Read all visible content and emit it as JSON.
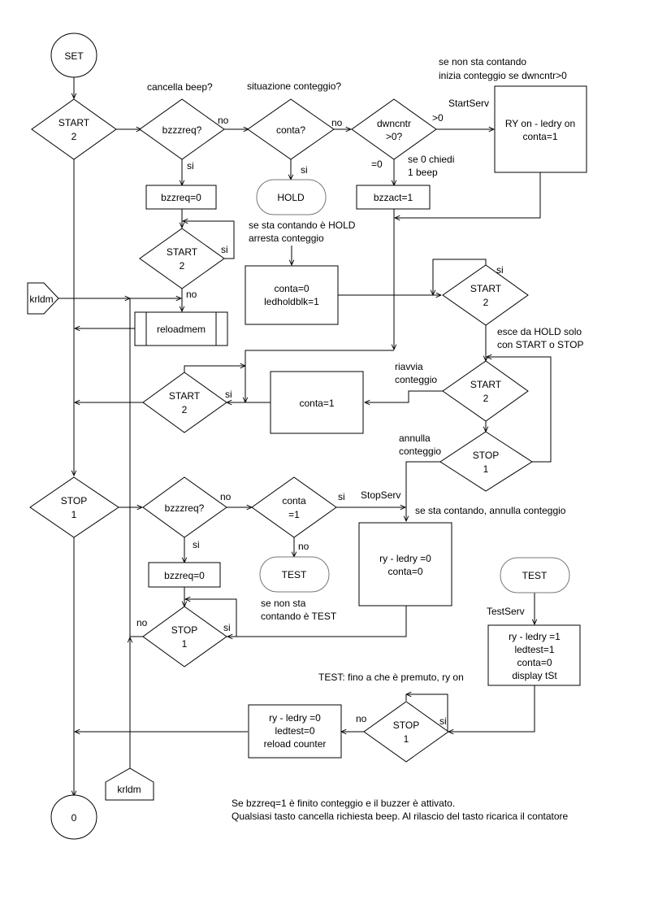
{
  "diagram": {
    "type": "flowchart",
    "nodes": {
      "set": "SET",
      "end": "0",
      "start2_main_l1": "START",
      "start2_main_l2": "2",
      "bzzzreq_top": "bzzzreq?",
      "conta_q": "conta?",
      "dwncntr_l1": "dwncntr",
      "dwncntr_l2": ">0?",
      "ry_on_l1": "RY on - ledry on",
      "ry_on_l2": "conta=1",
      "bzzreq0_top": "bzzreq=0",
      "hold": "HOLD",
      "bzzact": "bzzact=1",
      "start2_wait_l1": "START",
      "start2_wait_l2": "2",
      "reloadmem": "reloadmem",
      "krldm_in": "krldm",
      "krldm_out": "krldm",
      "conta0_l1": "conta=0",
      "conta0_l2": "ledholdblk=1",
      "start2_hold_l1": "START",
      "start2_hold_l2": "2",
      "start2_resume_l1": "START",
      "start2_resume_l2": "2",
      "conta1": "conta=1",
      "start2_rel_l1": "START",
      "start2_rel_l2": "2",
      "stop1_hold_l1": "STOP",
      "stop1_hold_l2": "1",
      "stop1_main_l1": "STOP",
      "stop1_main_l2": "1",
      "bzzzreq_bot": "bzzzreq?",
      "conta_eq1_l1": "conta",
      "conta_eq1_l2": "=1",
      "ry0_l1": "ry - ledry =0",
      "ry0_l2": "conta=0",
      "bzzreq0_bot": "bzzreq=0",
      "test_q": "TEST",
      "stop1_wait_l1": "STOP",
      "stop1_wait_l2": "1",
      "test_term": "TEST",
      "testserv_l1": "ry - ledry =1",
      "testserv_l2": "ledtest=1",
      "testserv_l3": "conta=0",
      "testserv_l4": "display tSt",
      "stop1_test_l1": "STOP",
      "stop1_test_l2": "1",
      "reset_l1": "ry - ledry =0",
      "reset_l2": "ledtest=0",
      "reset_l3": "reload counter"
    },
    "edge_labels": {
      "no": "no",
      "si": "si",
      "gt0": ">0",
      "eq0": "=0"
    },
    "annotations": {
      "cancella_beep": "cancella beep?",
      "situazione": "situazione conteggio?",
      "se_non_sta_l1": "se non sta contando",
      "se_non_sta_l2": "inizia conteggio se dwncntr>0",
      "startserv": "StartServ",
      "se0_l1": "se 0 chiedi",
      "se0_l2": "1 beep",
      "hold_note_l1": "se sta contando  è HOLD",
      "hold_note_l2": "arresta conteggio",
      "esce_l1": "esce da HOLD solo",
      "esce_l2": "con START o STOP",
      "riavvia_l1": "riavvia",
      "riavvia_l2": "conteggio",
      "annulla_l1": "annulla",
      "annulla_l2": "conteggio",
      "stopserv": "StopServ",
      "se_sta_annulla": "se sta contando, annulla conteggio",
      "test_note_l1": "se non sta",
      "test_note_l2": "contando è TEST",
      "testserv": "TestServ",
      "test_fino": "TEST: fino a che è premuto, ry on",
      "footer_l1": "Se bzzreq=1 è finito conteggio e il buzzer è attivato.",
      "footer_l2": "Qualsiasi tasto cancella richiesta beep. Al rilascio del tasto ricarica il contatore"
    }
  }
}
